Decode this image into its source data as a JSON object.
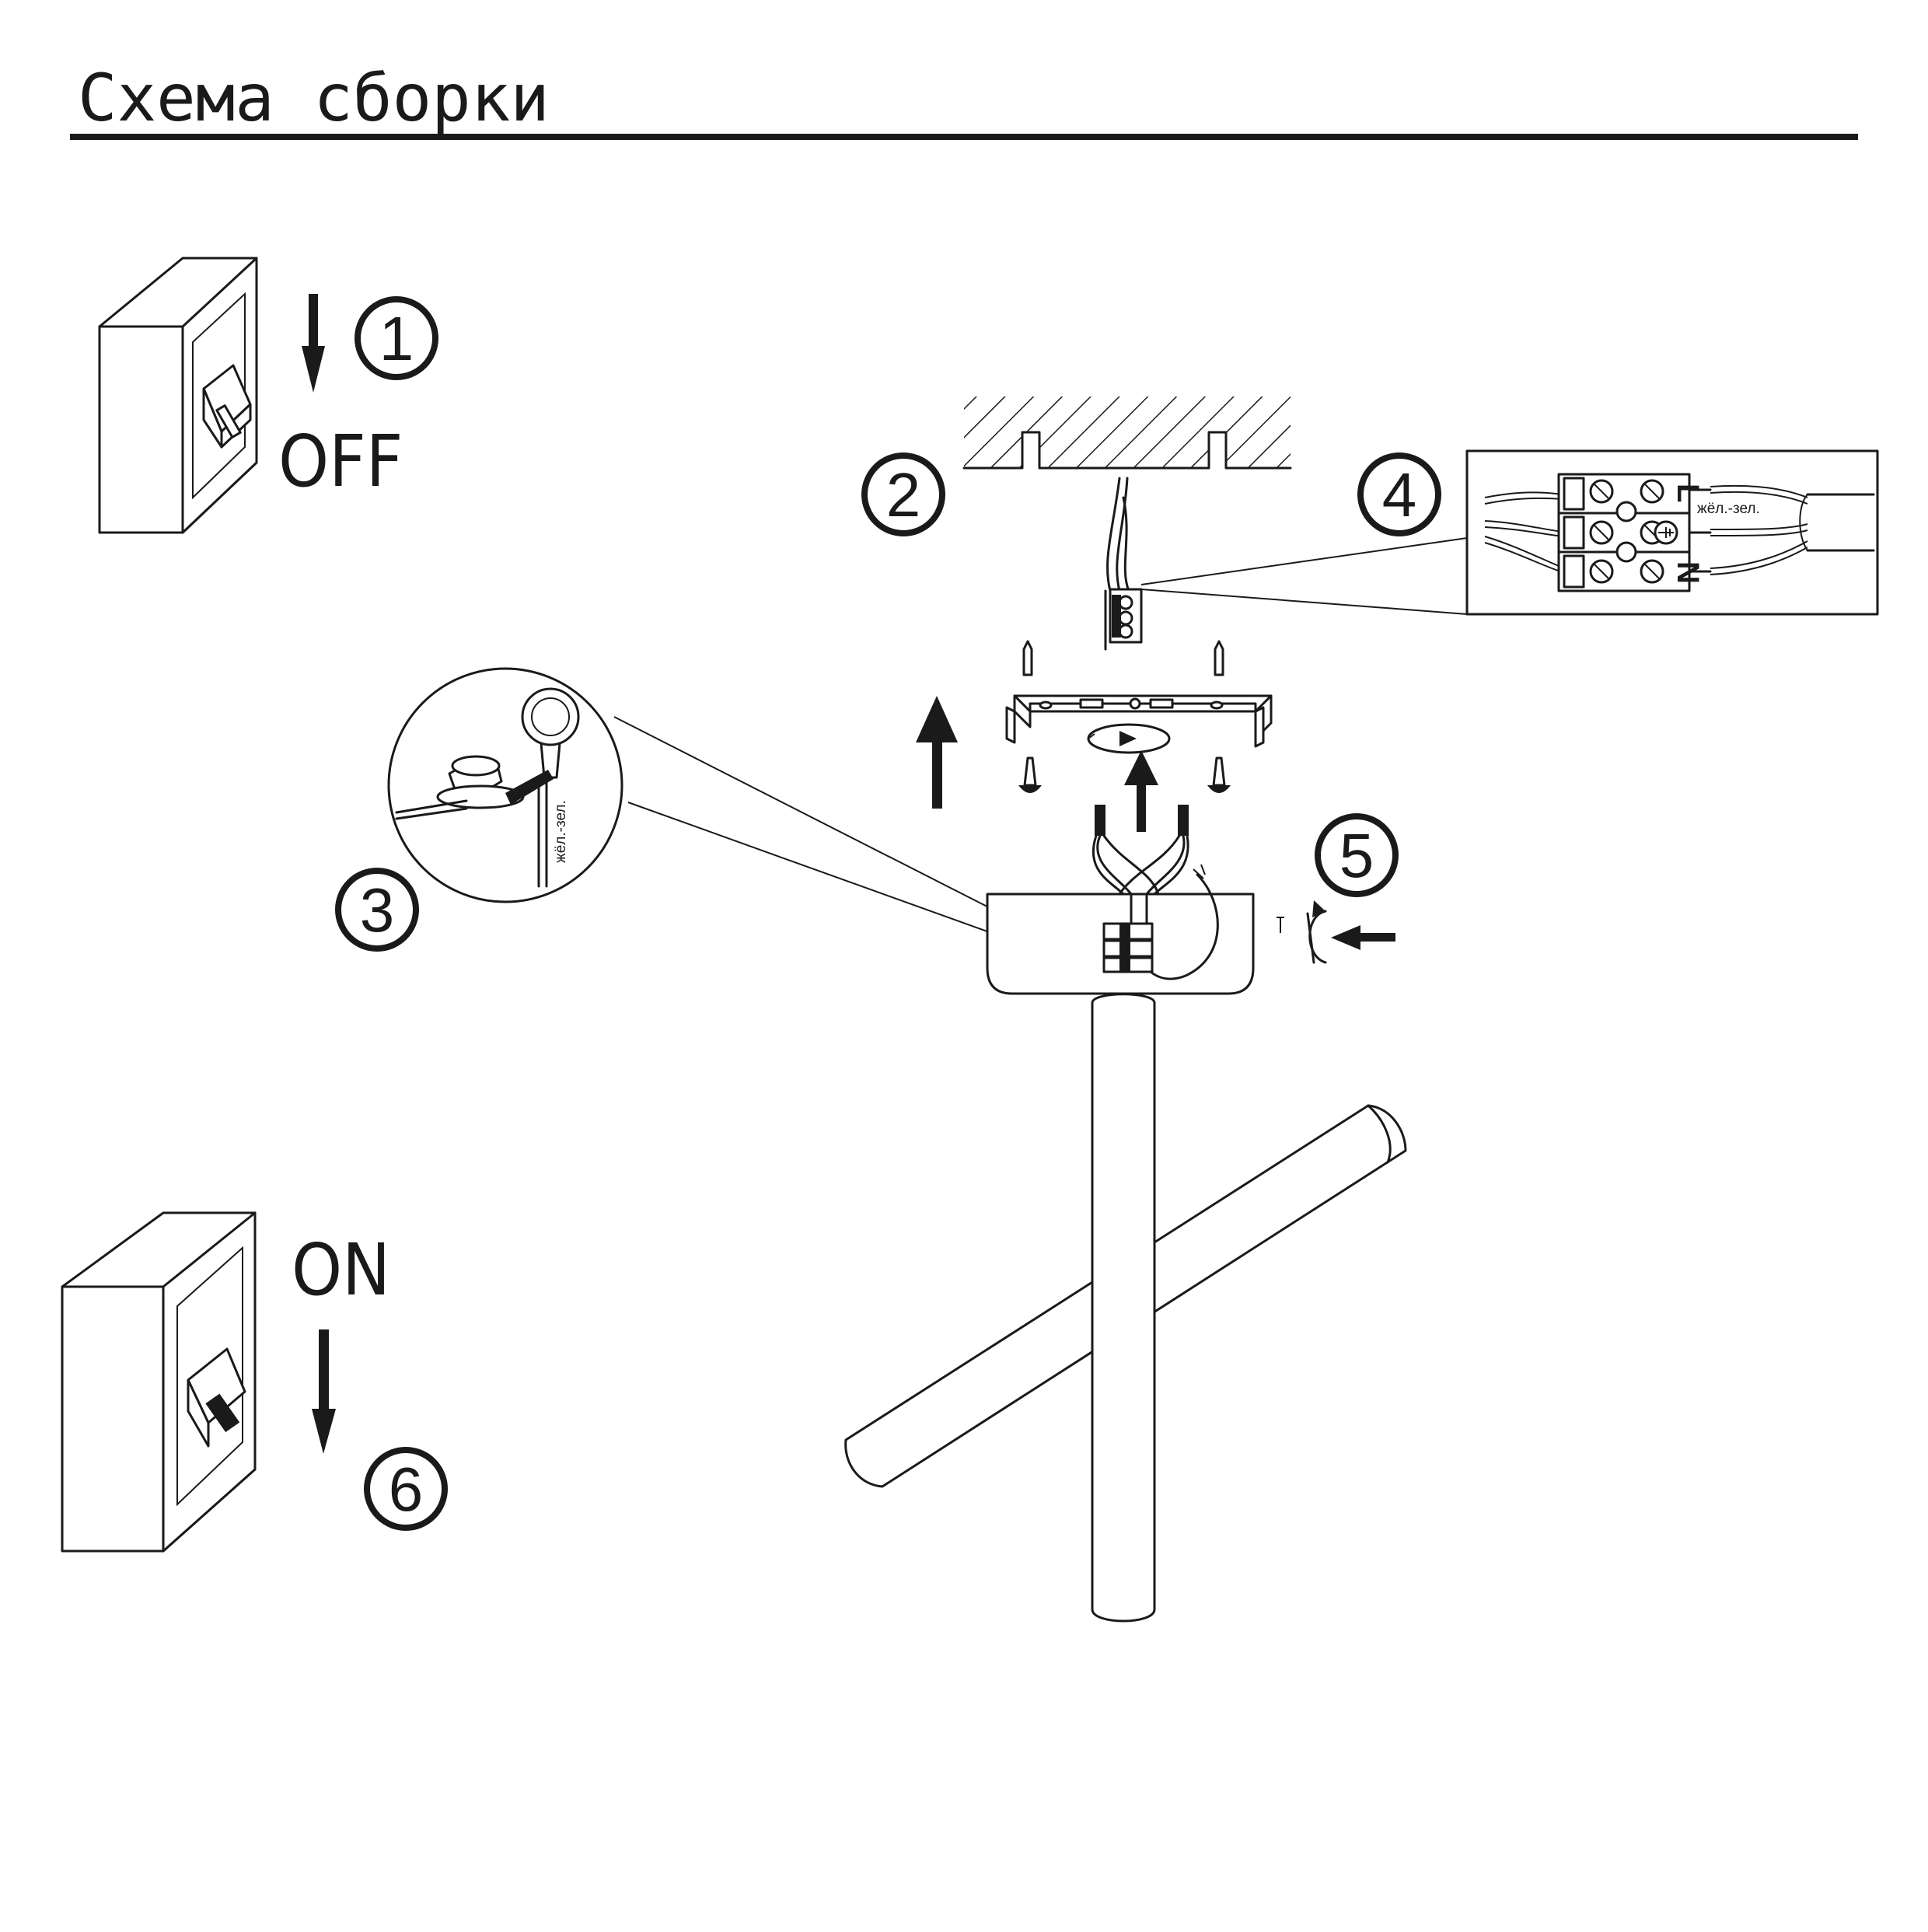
{
  "title": "Схема сборки",
  "steps": {
    "s1": "1",
    "s2": "2",
    "s3": "3",
    "s4": "4",
    "s5": "5",
    "s6": "6"
  },
  "switch_off_label": "OFF",
  "switch_on_label": "ON",
  "ground_wire_label": "жёл.-зел.",
  "terminals": {
    "live": "L",
    "neutral": "N"
  },
  "icons": {
    "earth": "earth-ground-icon"
  }
}
